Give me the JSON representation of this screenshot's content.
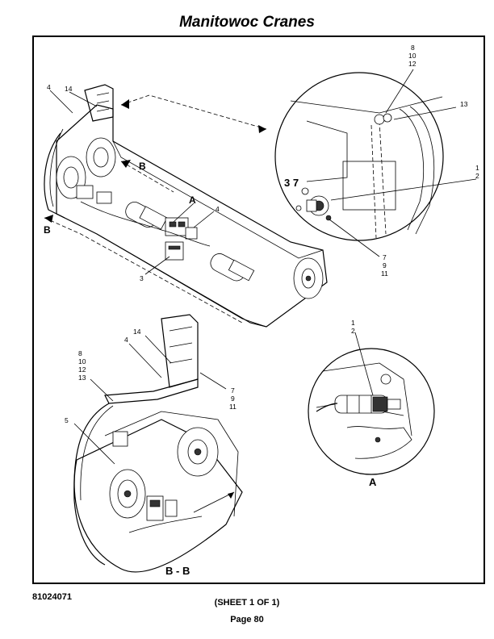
{
  "header": {
    "title": "Manitowoc Cranes"
  },
  "callouts": {
    "c4_top": "4",
    "c14_top": "14",
    "B_upper": "B",
    "B_left": "B",
    "A_main": "A",
    "c4_mid": "4",
    "c3": "3",
    "detail_top_a": "8",
    "detail_top_b": "10",
    "detail_top_c": "12",
    "c13_detail": "13",
    "c1_detail": "1",
    "c2_detail": "2",
    "c7_detail": "7",
    "c9_detail": "9",
    "c11_detail": "11",
    "detail_stencil": "3  7",
    "c14_lower": "14",
    "c4_lower": "4",
    "c8_lower": "8",
    "c10_lower": "10",
    "c12_lower": "12",
    "c13_lower": "13",
    "c7_lower": "7",
    "c9_lower": "9",
    "c11_lower": "11",
    "c5_lower": "5",
    "a_detail_1": "1",
    "a_detail_2": "2"
  },
  "view_labels": {
    "section_bb": "B - B",
    "detail_a": "A"
  },
  "footer": {
    "doc_number": "81024071",
    "sheet": "(SHEET 1 OF 1)",
    "page": "Page 80"
  }
}
